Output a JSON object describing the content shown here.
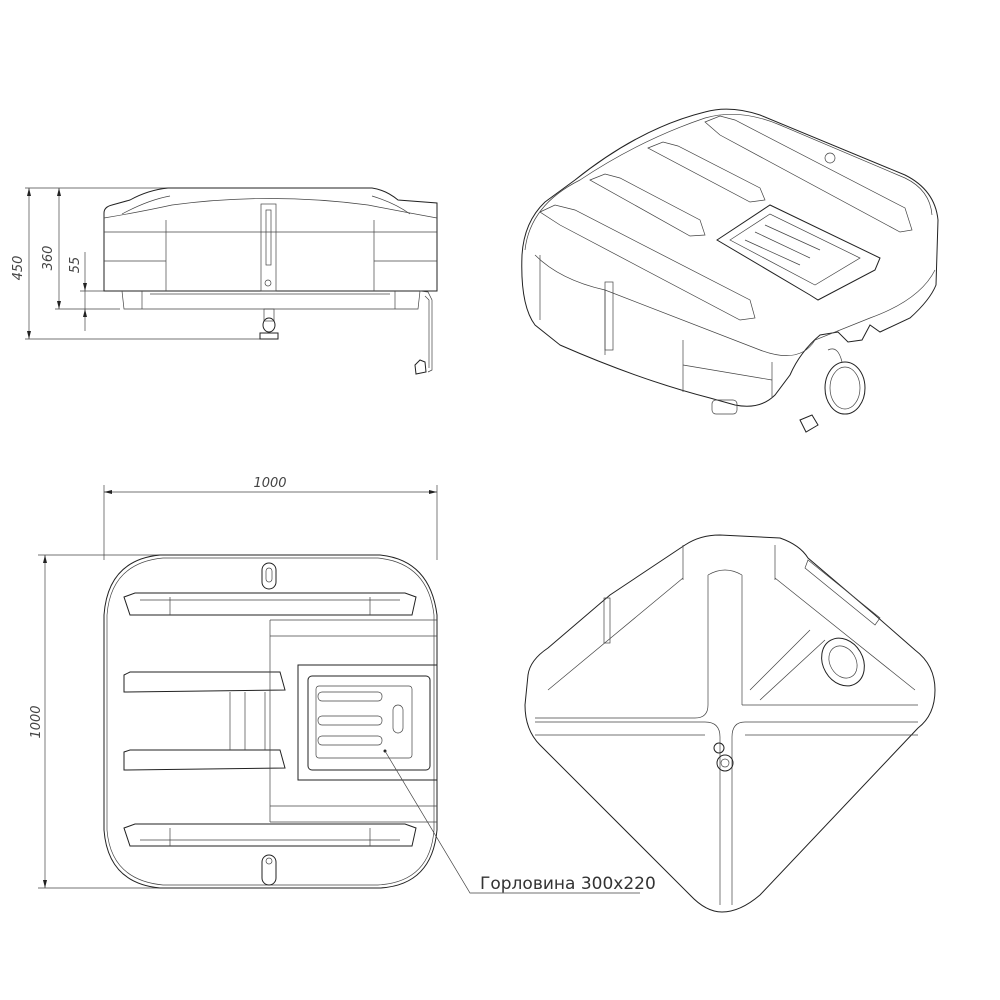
{
  "drawing": {
    "subject": "Tank technical drawing (side, isometric top, plan, isometric bottom views)",
    "side_view": {
      "dimensions": {
        "total_height": "450",
        "body_height": "360",
        "foot_height": "55"
      }
    },
    "plan_view": {
      "dimensions": {
        "width": "1000",
        "depth": "1000"
      },
      "callout": "Горловина 300x220"
    },
    "iso_top_view": {
      "label": ""
    },
    "iso_bottom_view": {
      "label": ""
    }
  },
  "colors": {
    "line": "#222222",
    "text": "#444444",
    "background": "#ffffff"
  }
}
